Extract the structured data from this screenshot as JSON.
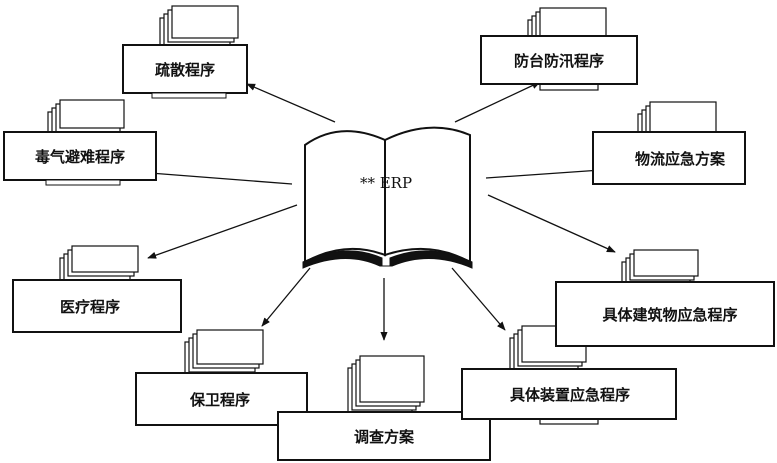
{
  "center": {
    "label": "** ERP"
  },
  "nodes": [
    {
      "id": "evacuation",
      "label": "疏散程序"
    },
    {
      "id": "typhoon-flood",
      "label": "防台防汛程序"
    },
    {
      "id": "toxic-gas",
      "label": "毒气避难程序"
    },
    {
      "id": "logistics",
      "label": "物流应急方案"
    },
    {
      "id": "medical",
      "label": "医疗程序"
    },
    {
      "id": "building",
      "label": "具体建筑物应急程序"
    },
    {
      "id": "security",
      "label": "保卫程序"
    },
    {
      "id": "investigation",
      "label": "调查方案"
    },
    {
      "id": "equipment",
      "label": "具体装置应急程序"
    }
  ]
}
